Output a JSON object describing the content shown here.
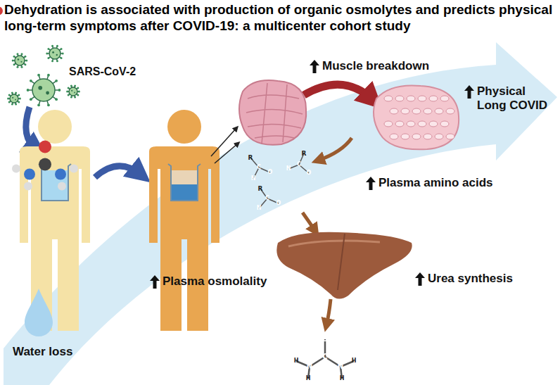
{
  "diagram": {
    "title": "Dehydration is associated with production of organic osmolytes and predicts physical long-term symptoms after COVID-19: a multicenter cohort study",
    "labels": [
      "SARS-CoV-2",
      "Muscle breakdown",
      "Physical Long COVID",
      "Plasma amino acids",
      "Plasma osmolality",
      "Urea synthesis",
      "Water loss",
      "R",
      "C",
      "O",
      "N",
      "N",
      "C",
      "O",
      "R",
      "R",
      "C",
      "O",
      "N",
      "O",
      "C",
      "N",
      "N",
      "H",
      "H",
      "H",
      "H"
    ]
  }
}
